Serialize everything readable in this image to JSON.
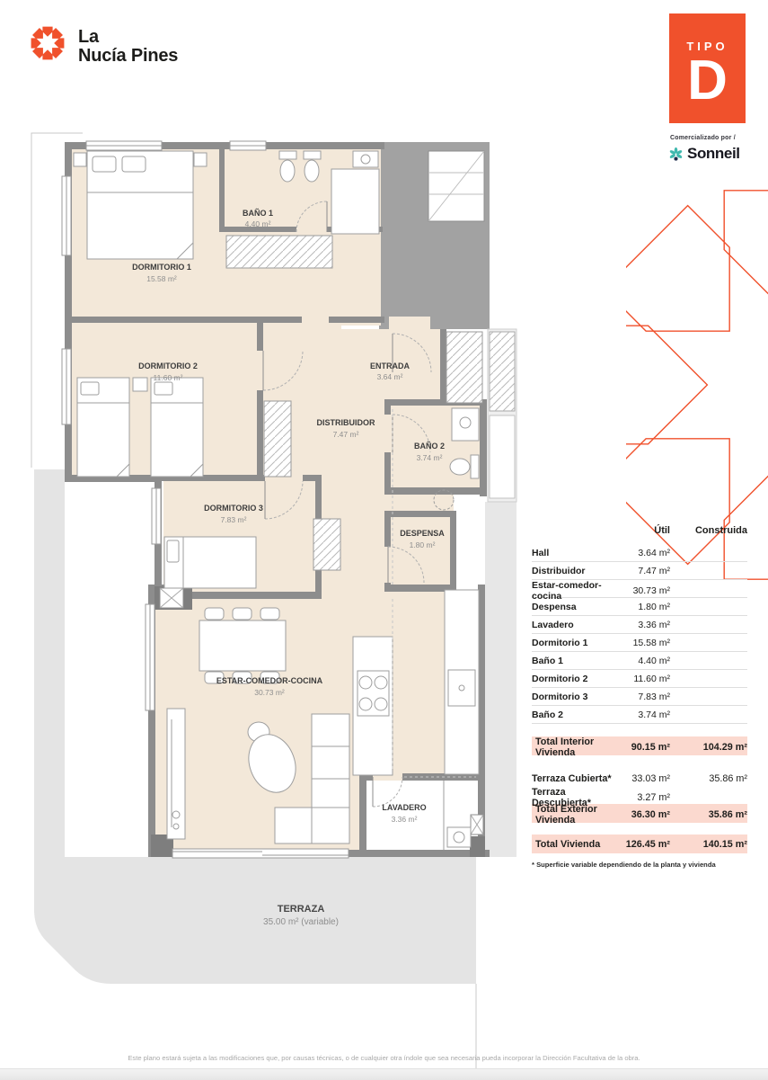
{
  "header": {
    "logo_line1": "La",
    "logo_line2": "Nucía Pines"
  },
  "tipo_badge": {
    "label": "TIPO",
    "letter": "D"
  },
  "marketer": {
    "prefix": "Comercializado por /",
    "brand": "Sonneil"
  },
  "plan": {
    "rooms": [
      {
        "name": "BAÑO 1",
        "area": "4.40 m²"
      },
      {
        "name": "DORMITORIO 1",
        "area": "15.58 m²"
      },
      {
        "name": "DORMITORIO 2",
        "area": "11.60 m²"
      },
      {
        "name": "ENTRADA",
        "area": "3.64 m²"
      },
      {
        "name": "DISTRIBUIDOR",
        "area": "7.47 m²"
      },
      {
        "name": "BAÑO 2",
        "area": "3.74 m²"
      },
      {
        "name": "DORMITORIO 3",
        "area": "7.83 m²"
      },
      {
        "name": "DESPENSA",
        "area": "1.80 m²"
      },
      {
        "name": "ESTAR-COMEDOR-COCINA",
        "area": "30.73 m²"
      },
      {
        "name": "LAVADERO",
        "area": "3.36 m²"
      },
      {
        "name": "TERRAZA",
        "area": "35.00 m² (variable)"
      }
    ]
  },
  "table": {
    "col_util": "Útil",
    "col_construida": "Construida",
    "rows": [
      {
        "label": "Hall",
        "util": "3.64 m²"
      },
      {
        "label": "Distribuidor",
        "util": "7.47 m²"
      },
      {
        "label": "Estar-comedor-cocina",
        "util": "30.73 m²"
      },
      {
        "label": "Despensa",
        "util": "1.80 m²"
      },
      {
        "label": "Lavadero",
        "util": "3.36 m²"
      },
      {
        "label": "Dormitorio 1",
        "util": "15.58 m²"
      },
      {
        "label": "Baño 1",
        "util": "4.40 m²"
      },
      {
        "label": "Dormitorio 2",
        "util": "11.60 m²"
      },
      {
        "label": "Dormitorio 3",
        "util": "7.83 m²"
      },
      {
        "label": "Baño 2",
        "util": "3.74 m²"
      }
    ],
    "total_interior": {
      "label": "Total Interior Vivienda",
      "util": "90.15 m²",
      "construida": "104.29 m²"
    },
    "terraza_cubierta": {
      "label": "Terraza Cubierta*",
      "util": "33.03 m²",
      "construida": "35.86 m²"
    },
    "terraza_descubierta": {
      "label": "Terraza Descubierta*",
      "util": "3.27 m²",
      "construida": ""
    },
    "total_exterior": {
      "label": "Total Exterior Vivienda",
      "util": "36.30 m²",
      "construida": "35.86 m²"
    },
    "total_vivienda": {
      "label": "Total Vivienda",
      "util": "126.45 m²",
      "construida": "140.15 m²"
    },
    "footnote": "* Superficie variable dependiendo de la planta y vivienda"
  },
  "footer": {
    "disclaimer": "Este plano estará sujeta a las modificaciones que, por causas técnicas, o de cualquier otra índole que sea necesaria pueda incorporar la Dirección Facultativa de la obra."
  },
  "colors": {
    "accent": "#f0512c",
    "highlight": "#fbd9cf",
    "teal": "#3fb8ae"
  }
}
